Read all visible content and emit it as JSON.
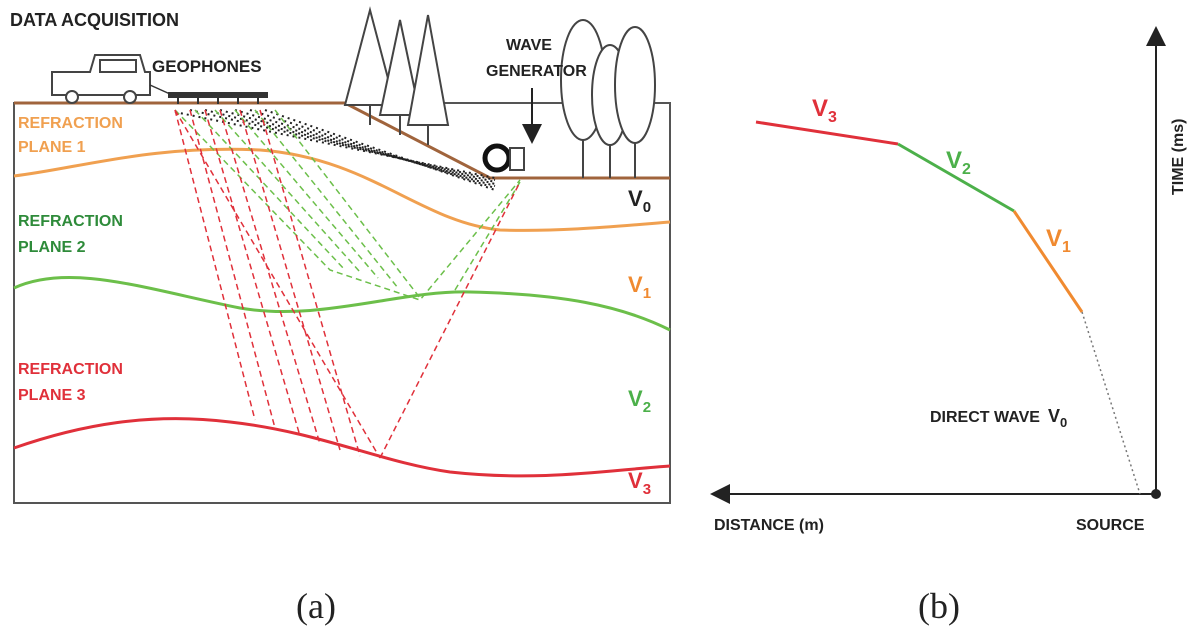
{
  "panel_a": {
    "caption": "(a)",
    "labels": {
      "data_acquisition": "DATA ACQUISITION",
      "geophones": "GEOPHONES",
      "wave_generator_1": "WAVE",
      "wave_generator_2": "GENERATOR",
      "refraction_plane_1_a": "REFRACTION",
      "refraction_plane_1_b": "PLANE 1",
      "refraction_plane_2_a": "REFRACTION",
      "refraction_plane_2_b": "PLANE 2",
      "refraction_plane_3_a": "REFRACTION",
      "refraction_plane_3_b": "PLANE 3"
    },
    "layer_velocities": {
      "v0": {
        "base": "V",
        "sub": "0"
      },
      "v1": {
        "base": "V",
        "sub": "1"
      },
      "v2": {
        "base": "V",
        "sub": "2"
      },
      "v3": {
        "base": "V",
        "sub": "3"
      }
    },
    "colors": {
      "plane_1": "#f0a050",
      "plane_2": "#6cbf4a",
      "plane_3": "#e0303a",
      "ground": "#a0643c",
      "rays_green": "#6cbf4a",
      "rays_red": "#e0303a"
    }
  },
  "panel_b": {
    "caption": "(b)",
    "axis_time": "TIME (ms)",
    "axis_distance": "DISTANCE (m)",
    "source": "SOURCE",
    "direct_wave": {
      "text": "DIRECT WAVE",
      "base": "V",
      "sub": "0"
    },
    "segments": [
      {
        "base": "V",
        "sub": "3",
        "color": "#e0303a"
      },
      {
        "base": "V",
        "sub": "2",
        "color": "#4cb04a"
      },
      {
        "base": "V",
        "sub": "1",
        "color": "#f08a30"
      }
    ]
  }
}
